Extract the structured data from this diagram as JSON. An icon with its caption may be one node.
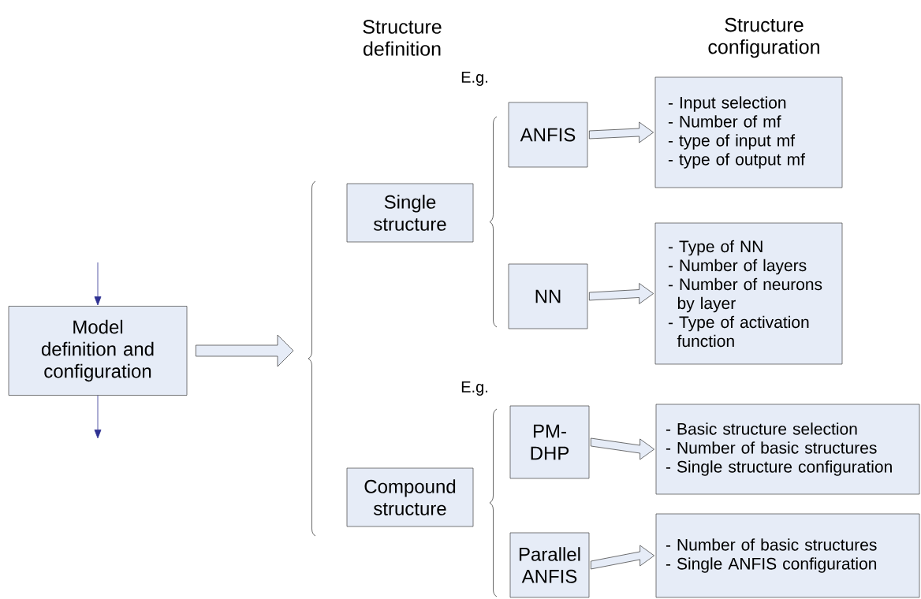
{
  "diagram": {
    "nodes": [
      {
        "text": [
          "Model definition and configuration"
        ]
      },
      {
        "text": [
          "Single structure"
        ]
      },
      {
        "text": [
          "Compound structure"
        ]
      },
      {
        "text": [
          "ANFIS"
        ]
      },
      {
        "text": [
          "NN"
        ]
      },
      {
        "text": [
          "PM-DHP"
        ]
      },
      {
        "text": [
          "Parallel ANFIS"
        ]
      },
      {
        "text": [
          "- Input selection",
          "- Number of mf",
          "- type of input mf",
          "- type of output mf"
        ]
      },
      {
        "text": [
          "- Type of NN",
          "- Number of layers",
          "- Number of neurons by layer",
          "- Type of activation function"
        ]
      },
      {
        "text": [
          "- Basic structure selection",
          "- Number of basic structures",
          "- Single structure configuration"
        ]
      },
      {
        "text": [
          "- Number of basic structures",
          "- Single ANFIS configuration"
        ]
      }
    ],
    "edges": [
      {
        "from": null,
        "to": 0,
        "arrow": "to",
        "color": "#2e3192"
      },
      {
        "from": 0,
        "to": null,
        "arrow": "to",
        "color": "#2e3192"
      },
      {
        "from": 0,
        "to": null,
        "arrow": "to"
      },
      {
        "from": 3,
        "to": 7,
        "arrow": "to"
      },
      {
        "from": 4,
        "to": 8,
        "arrow": "to"
      },
      {
        "from": 5,
        "to": 9,
        "arrow": "to"
      },
      {
        "from": 6,
        "to": 10,
        "arrow": "to"
      }
    ],
    "labels": [
      "Structure definition",
      "Structure configuration",
      "E.g.",
      "E.g."
    ]
  }
}
